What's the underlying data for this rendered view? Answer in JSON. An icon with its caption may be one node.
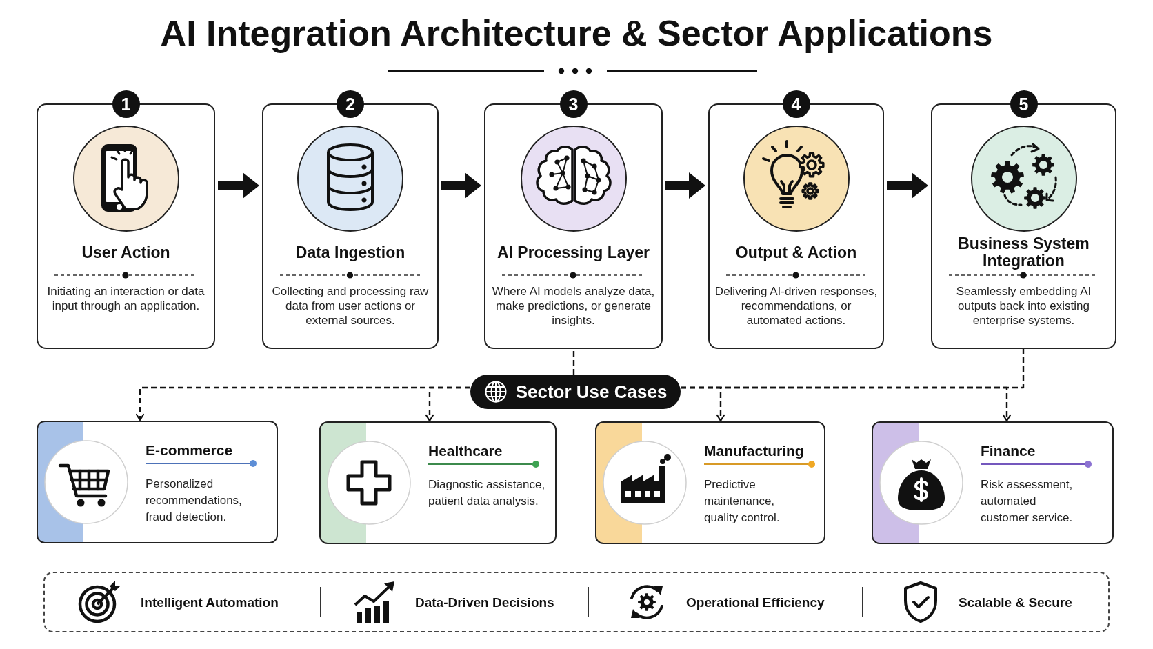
{
  "diagram": {
    "title": "AI Integration Architecture & Sector Applications",
    "nodes": [
      {
        "text": [
          "1",
          "User Action",
          "Initiating an interaction or data input through an application."
        ]
      },
      {
        "text": [
          "2",
          "Data Ingestion",
          "Collecting and processing raw data from user actions or external sources."
        ]
      },
      {
        "text": [
          "3",
          "AI Processing Layer",
          "Where AI models analyze data, make predictions, or generate insights."
        ]
      },
      {
        "text": [
          "4",
          "Output & Action",
          "Delivering AI-driven responses, recommendations, or automated actions."
        ]
      },
      {
        "text": [
          "5",
          "Business System Integration",
          "Seamlessly embedding AI outputs back into existing enterprise systems."
        ]
      },
      {
        "text": [
          "Sector Use Cases"
        ]
      },
      {
        "text": [
          "E-commerce",
          "Personalized recommendations, fraud detection."
        ]
      },
      {
        "text": [
          "Healthcare",
          "Diagnostic assistance, patient data analysis."
        ]
      },
      {
        "text": [
          "Manufacturing",
          "Predictive maintenance, quality control."
        ]
      },
      {
        "text": [
          "Finance",
          "Risk assessment, automated customer service."
        ]
      },
      {
        "text": [
          "Intelligent Automation",
          "Data-Driven Decisions",
          "Operational Efficiency",
          "Scalable & Secure"
        ]
      }
    ],
    "edges": [
      {
        "from": 0,
        "to": 1,
        "arrow": "to",
        "style": "thick"
      },
      {
        "from": 1,
        "to": 2,
        "arrow": "to",
        "style": "thick"
      },
      {
        "from": 2,
        "to": 3,
        "arrow": "to",
        "style": "thick"
      },
      {
        "from": 3,
        "to": 4,
        "arrow": "to",
        "style": "thick"
      },
      {
        "from": 2,
        "to": 5,
        "arrow": "none",
        "style": "dashed"
      },
      {
        "from": 4,
        "to": 5,
        "arrow": "none",
        "style": "dashed"
      },
      {
        "from": 5,
        "to": 6,
        "arrow": "to",
        "style": "dashed"
      },
      {
        "from": 5,
        "to": 7,
        "arrow": "to",
        "style": "dashed"
      },
      {
        "from": 5,
        "to": 8,
        "arrow": "to",
        "style": "dashed"
      },
      {
        "from": 5,
        "to": 9,
        "arrow": "to",
        "style": "dashed"
      }
    ]
  }
}
